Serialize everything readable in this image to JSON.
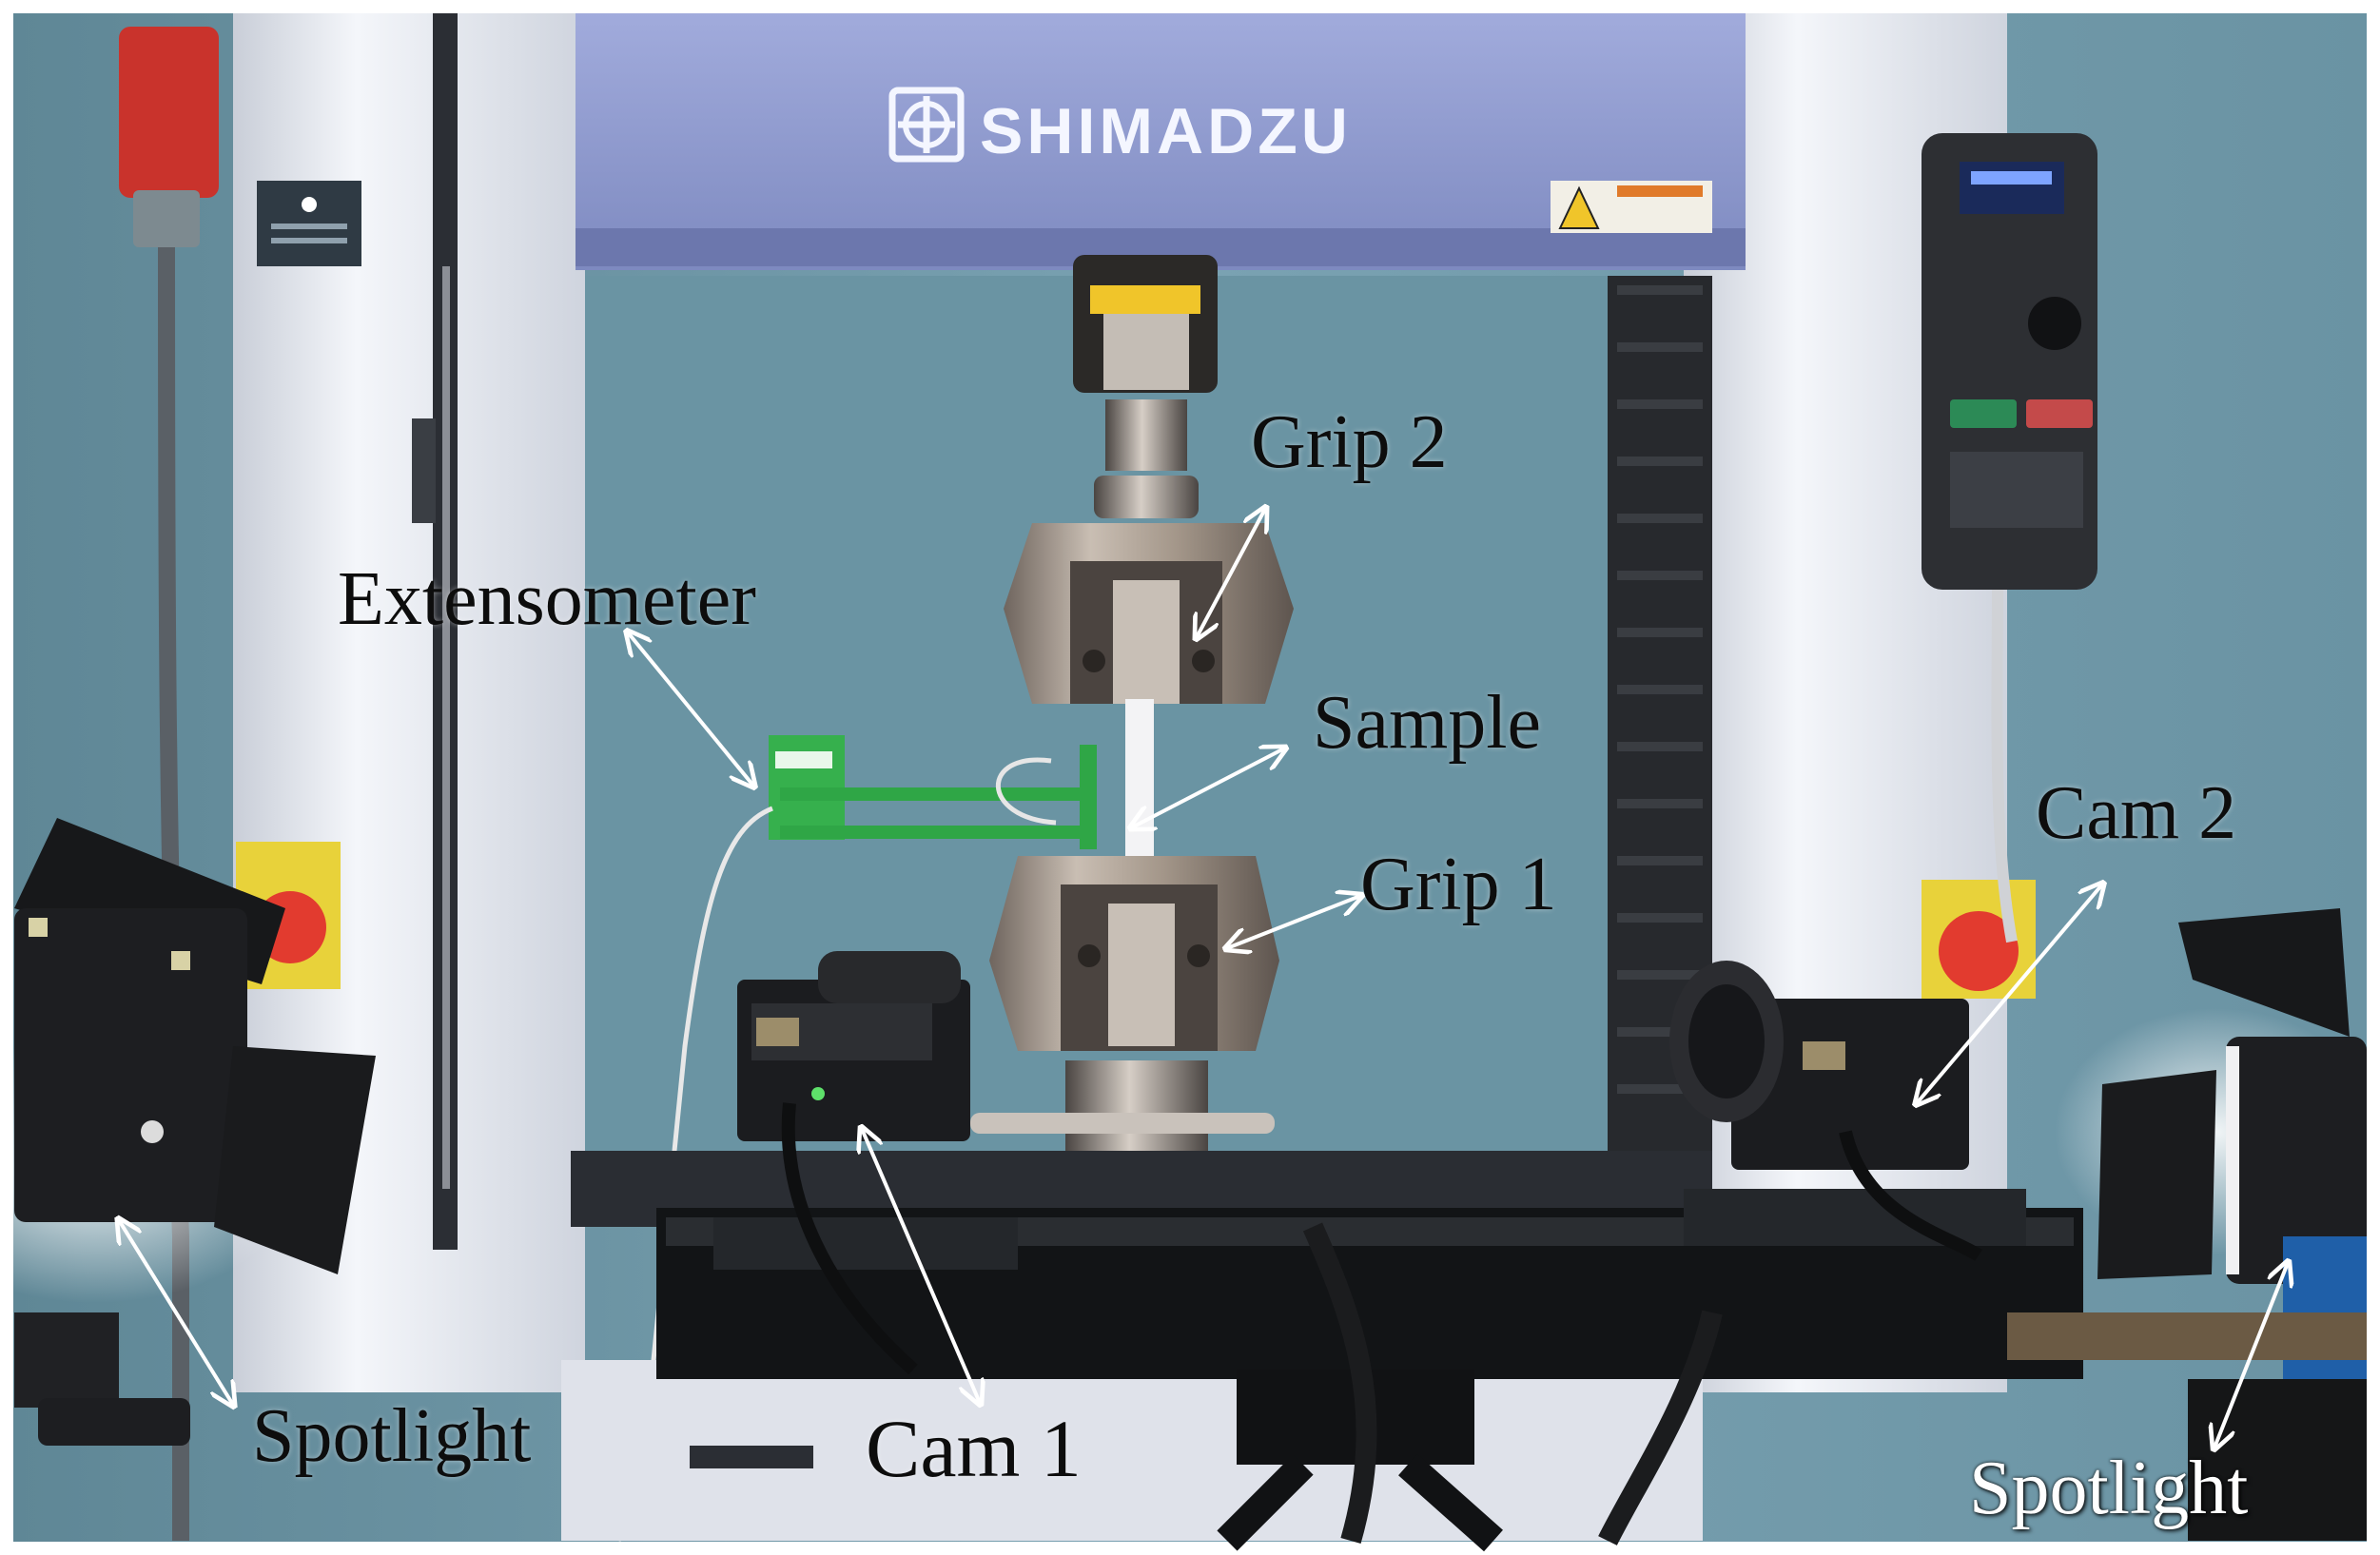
{
  "photo": {
    "brand": "SHIMADZU",
    "colors": {
      "wall": "#6f97a7",
      "crosshead": "#8f9bd0",
      "frame": "#d9dde6",
      "grip_metal": "#9a8f86",
      "extensometer": "#2fb24a",
      "camera_body": "#1e1e1e",
      "light_button": "#e23b2f",
      "arrow": "#ffffff"
    }
  },
  "labels": {
    "grip2": "Grip 2",
    "extensometer": "Extensometer",
    "sample": "Sample",
    "grip1": "Grip 1",
    "cam2": "Cam 2",
    "cam1": "Cam 1",
    "spotlight_left": "Spotlight",
    "spotlight_right": "Spotlight"
  }
}
